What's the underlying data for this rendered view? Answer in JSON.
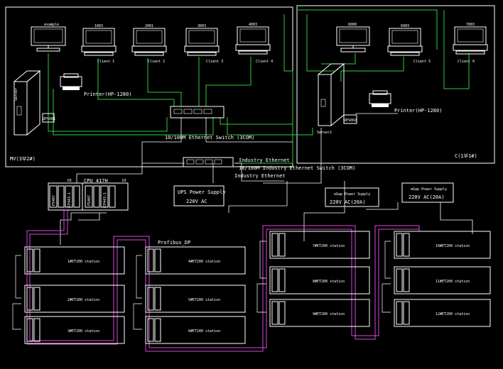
{
  "rooms": {
    "left_room_label": "MV(3부2#)",
    "right_room_label": "C(1부1#)"
  },
  "top_pcs": [
    {
      "id": "pc-left-1",
      "caption": "",
      "tag": "example"
    },
    {
      "id": "pc-left-2",
      "caption": "Client 1",
      "tag": "1003"
    },
    {
      "id": "pc-left-3",
      "caption": "Client 2",
      "tag": "2001"
    },
    {
      "id": "pc-left-4",
      "caption": "Client 3",
      "tag": "3003"
    },
    {
      "id": "pc-left-5",
      "caption": "Client 4",
      "tag": "4003"
    },
    {
      "id": "pc-right-1",
      "caption": "",
      "tag": "6000"
    },
    {
      "id": "pc-right-2",
      "caption": "Client 5",
      "tag": "6003"
    },
    {
      "id": "pc-right-3",
      "caption": "Client 6",
      "tag": "7003"
    }
  ],
  "servers": {
    "left": {
      "label": "Server",
      "port": "UPS001"
    },
    "right": {
      "label": "Server2",
      "port": "UPS002"
    }
  },
  "printers": {
    "left": "Printer(HP-1280)",
    "right": "Printer(HP-1280)"
  },
  "switches": {
    "office": "10/100M Ethernet Switch (3COM)",
    "industry_top": "Industry Ethernet",
    "industry_mid": "10/100M Industry Ethernet Switch (3COM)",
    "industry_bot": "Industry Ethernet"
  },
  "plc": {
    "cpu_label": "CPU 417H",
    "mark_left": "DI",
    "mark_right": "DI",
    "modules": [
      "PS407",
      "CP443-1",
      "PS407",
      "CP443-1"
    ]
  },
  "power": {
    "ups_title": "UPS Power Supply",
    "ups_value": "220V AC",
    "pwr1_title": "eGap Power Supply",
    "pwr1_value": "220V AC(20A)",
    "pwr2_title": "eGap Power Supply",
    "pwr2_value": "220V AC(20A)"
  },
  "profibus_label": "Profibus_DP",
  "io_stations": [
    {
      "id": "st-1",
      "label": "1#ET200 station"
    },
    {
      "id": "st-2",
      "label": "2#ET200 station"
    },
    {
      "id": "st-3",
      "label": "3#ET200 station"
    },
    {
      "id": "st-4",
      "label": "4#ET200 station"
    },
    {
      "id": "st-5",
      "label": "5#ET200 station"
    },
    {
      "id": "st-6",
      "label": "6#ET200 station"
    },
    {
      "id": "st-7",
      "label": "7#ET200 station"
    },
    {
      "id": "st-8",
      "label": "8#ET200 station"
    },
    {
      "id": "st-9",
      "label": "9#ET200 station"
    },
    {
      "id": "st-10",
      "label": "10#ET200 station"
    },
    {
      "id": "st-11",
      "label": "11#ET200 station"
    },
    {
      "id": "st-12",
      "label": "12#ET200 station"
    }
  ],
  "colors": {
    "background": "#000000",
    "line_white": "#ffffff",
    "line_green": "#2dd13a",
    "line_magenta": "#d44ad4"
  }
}
